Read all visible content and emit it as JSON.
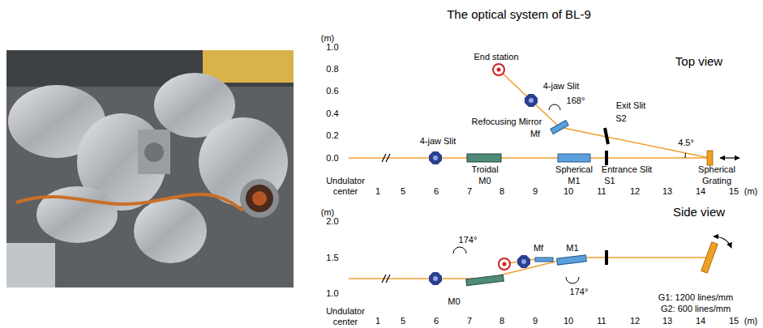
{
  "diagram": {
    "title": "The optical system of BL-9",
    "labels": [
      "(m)",
      "1.0",
      "0.8",
      "0.6",
      "0.4",
      "0.2",
      "0.0",
      "End station",
      "Top view",
      "4-jaw Slit",
      "168°",
      "Refocusing Mirror",
      "Mf",
      "Exit Slit",
      "S2",
      "4.5°",
      "4-jaw Slit",
      "Troidal",
      "M0",
      "Spherical",
      "M1",
      "Entrance Slit",
      "S1",
      "Spherical",
      "Grating",
      "Undulator center",
      "1",
      "5",
      "6",
      "7",
      "8",
      "9",
      "10",
      "11",
      "12",
      "13",
      "14",
      "15",
      "(m)",
      "(m)",
      "2.0",
      "Side view",
      "1.5",
      "1.0",
      "174°",
      "Mf",
      "M1",
      "174°",
      "M0",
      "G1: 1200 lines/mm",
      "G2: 600 lines/mm",
      "Undulator center",
      "1",
      "5",
      "6",
      "7",
      "8",
      "9",
      "10",
      "11",
      "12",
      "13",
      "14",
      "15",
      "(m)"
    ]
  }
}
